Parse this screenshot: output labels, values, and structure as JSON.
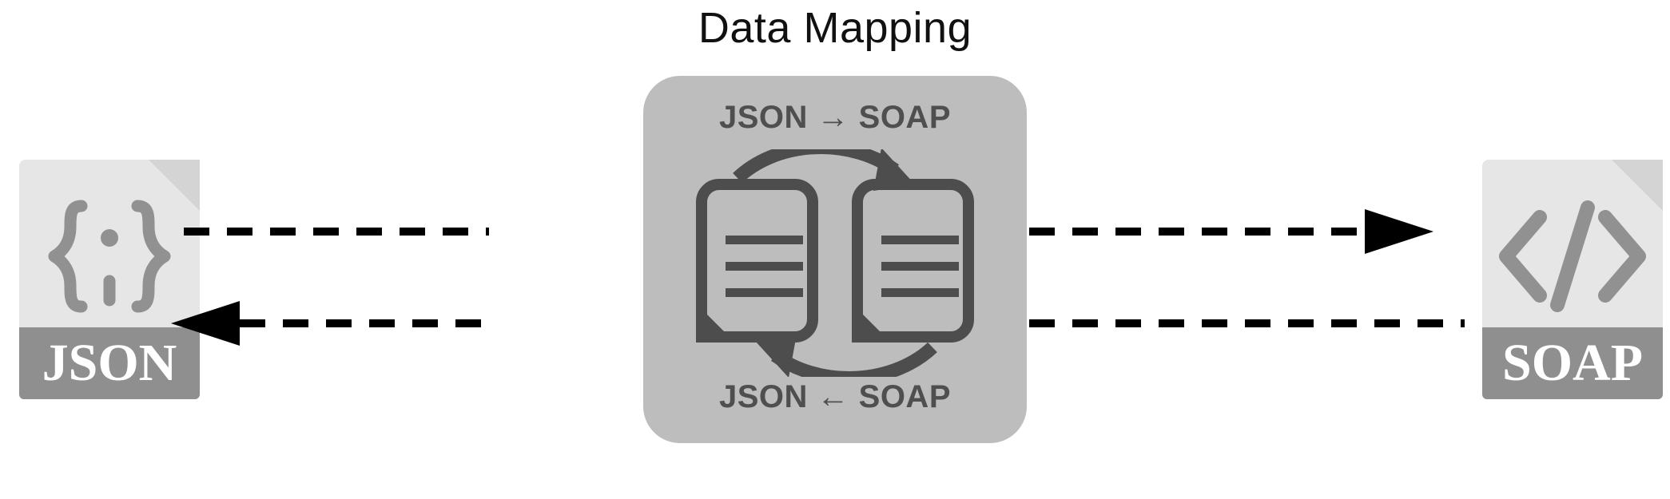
{
  "diagram": {
    "title": "Data Mapping",
    "type": "bidirectional-data-mapping",
    "colors": {
      "background": "#ffffff",
      "title_text": "#111111",
      "panel_fill": "#bdbdbd",
      "panel_text": "#4f4f4f",
      "file_sheet": "#e6e6e6",
      "file_fold": "#d4d4d4",
      "file_band": "#8f8f8f",
      "file_band_text": "#ffffff",
      "file_glyph": "#919191",
      "connector": "#000000",
      "exchange_icon": "#4d4d4d"
    }
  },
  "left_node": {
    "name": "JSON",
    "label": "JSON",
    "glyph_icon": "json-braces-icon",
    "glyph_text": "{ : }"
  },
  "right_node": {
    "name": "SOAP",
    "label": "SOAP",
    "glyph_icon": "code-brackets-icon",
    "glyph_text": "</>"
  },
  "center_panel": {
    "caption_top": "JSON → SOAP",
    "caption_bottom": "JSON ← SOAP",
    "icon": "two-documents-cycle-icon"
  },
  "connectors": [
    {
      "name": "json-to-soap-flow",
      "direction": "left-to-right",
      "style": "dashed",
      "arrowhead": "right",
      "from": "JSON",
      "to": "SOAP"
    },
    {
      "name": "soap-to-json-flow",
      "direction": "right-to-left",
      "style": "dashed",
      "arrowhead": "left",
      "from": "SOAP",
      "to": "JSON"
    }
  ]
}
